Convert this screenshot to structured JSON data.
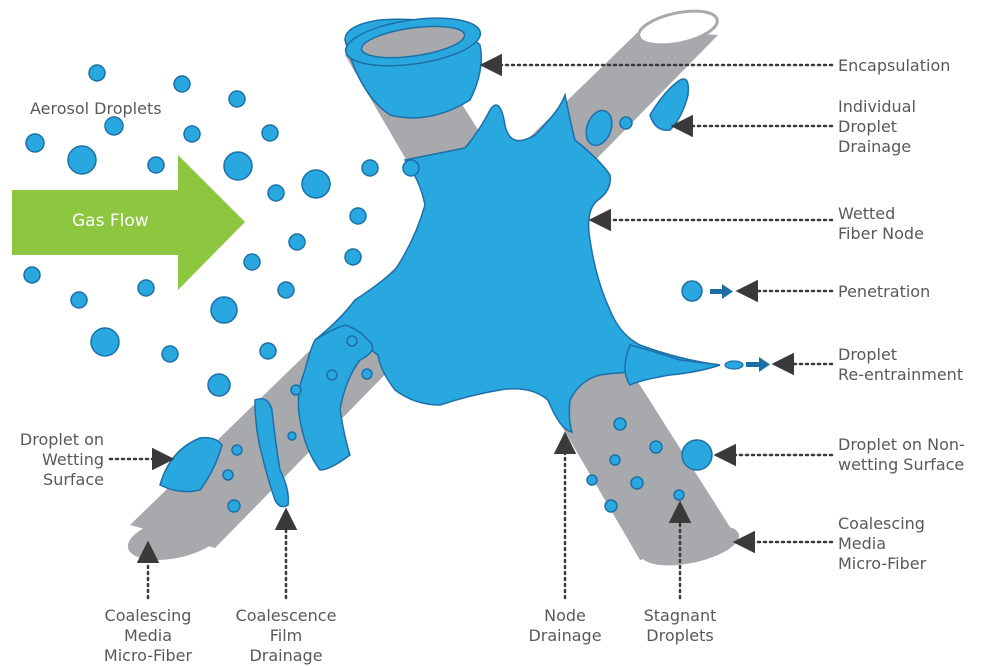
{
  "colors": {
    "fiber": "#a7a9ac",
    "liquid": "#29a8e0",
    "liquid_outline": "#1d6fa8",
    "arrow_green": "#8dc63f",
    "label_text": "#58595b",
    "dotted_line": "#3a3a3a",
    "small_arrow": "#1d6fa8"
  },
  "gas_flow": {
    "label": "Gas Flow"
  },
  "labels": {
    "aerosol": "Aerosol Droplets",
    "encapsulation": "Encapsulation",
    "individual_drainage": "Individual\nDroplet\nDrainage",
    "wetted_node": "Wetted\nFiber Node",
    "penetration": "Penetration",
    "reentrainment": "Droplet\nRe-entrainment",
    "nonwetting": "Droplet on Non-\nwetting Surface",
    "coalescing_right": "Coalescing\nMedia\nMicro-Fiber",
    "wetting_surface": "Droplet on\nWetting\nSurface",
    "coalescing_bottom": "Coalescing\nMedia\nMicro-Fiber",
    "film_drainage": "Coalescence\nFilm\nDrainage",
    "node_drainage": "Node\nDrainage",
    "stagnant": "Stagnant\nDroplets"
  },
  "icons": [
    "gas-flow-arrow",
    "droplet-icon",
    "fiber-shape",
    "pointer-arrow-icon"
  ]
}
